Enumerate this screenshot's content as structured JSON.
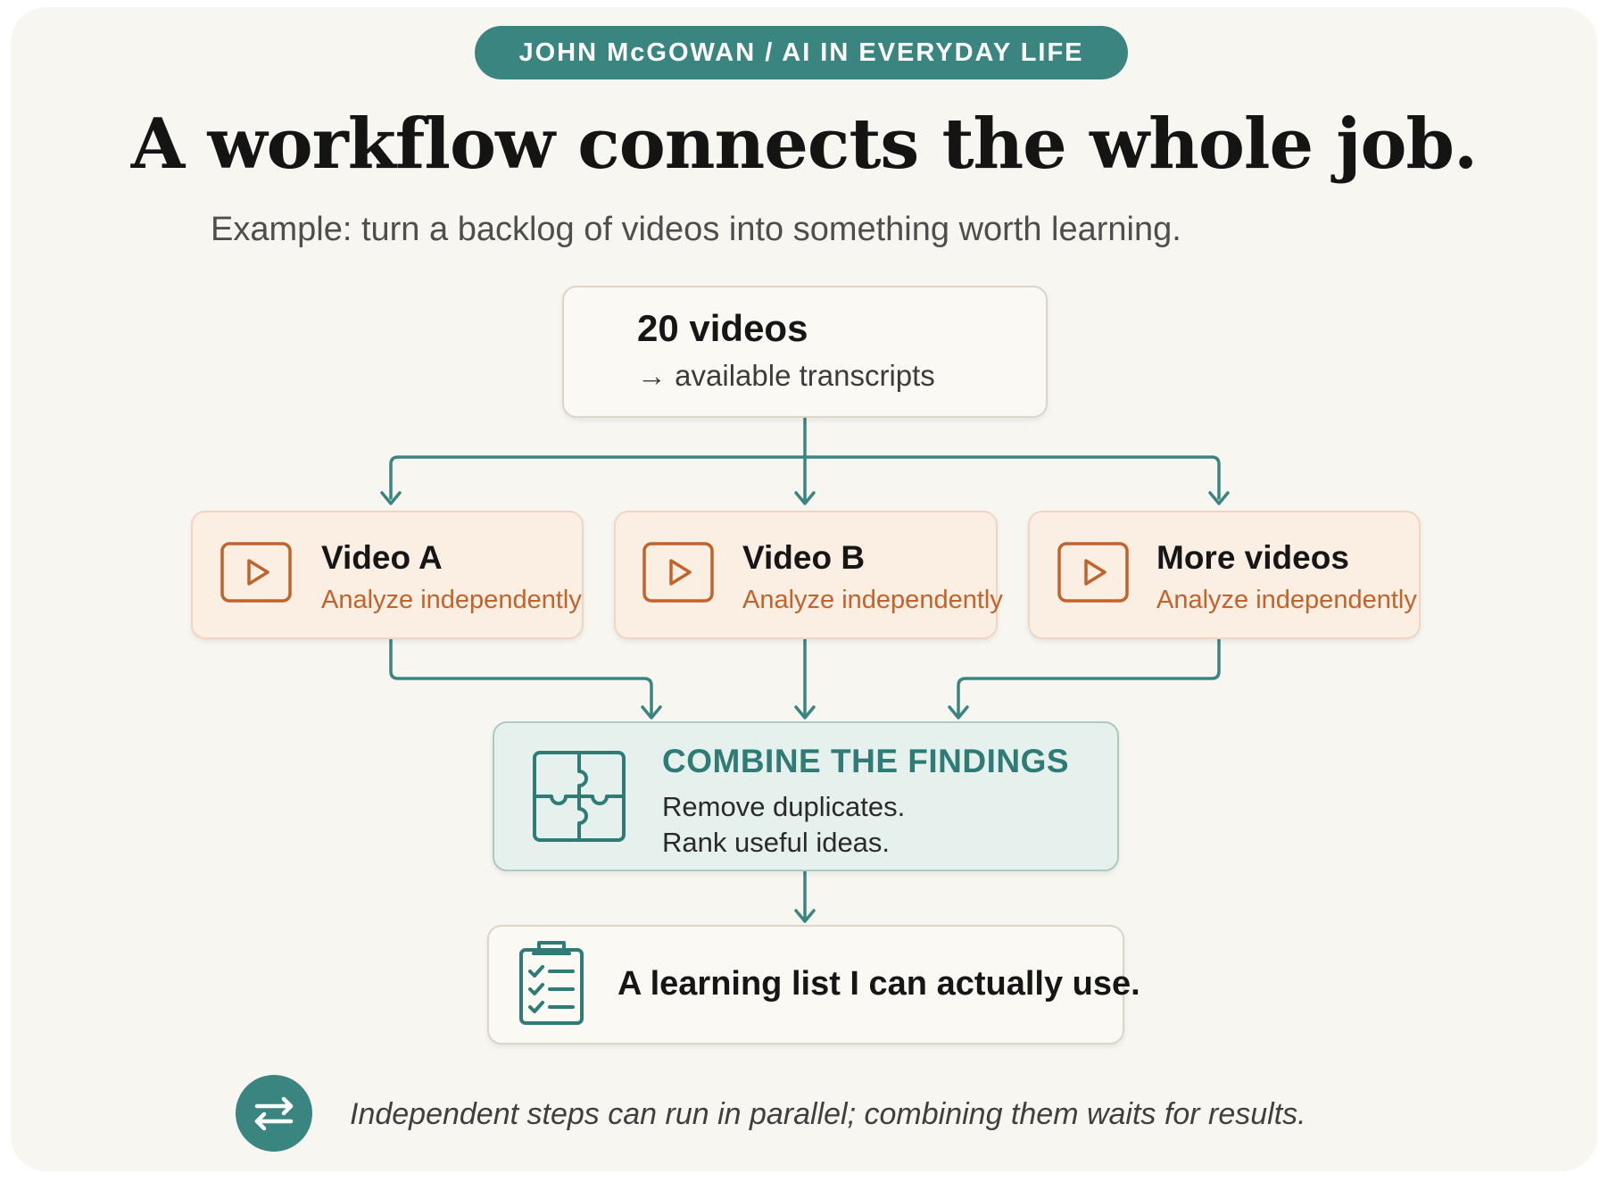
{
  "header": {
    "tag": "JOHN McGOWAN / AI IN EVERYDAY LIFE",
    "title": "A workflow connects the whole job.",
    "subtitle": "Example: turn a backlog of videos into something worth learning."
  },
  "start_node": {
    "title": "20 videos",
    "subtitle": "→ available transcripts"
  },
  "video_nodes": [
    {
      "title": "Video A",
      "subtitle": "Analyze independently",
      "icon": "play-icon"
    },
    {
      "title": "Video B",
      "subtitle": "Analyze independently",
      "icon": "play-icon"
    },
    {
      "title": "More videos",
      "subtitle": "Analyze independently",
      "icon": "play-icon"
    }
  ],
  "combine_node": {
    "title": "COMBINE THE FINDINGS",
    "lines": [
      "Remove duplicates.",
      "Rank useful ideas."
    ],
    "icon": "puzzle-icon"
  },
  "result_node": {
    "text": "A learning list I can actually use.",
    "icon": "clipboard-checklist-icon"
  },
  "footer": {
    "note": "Independent steps can run in parallel; combining them waits for results.",
    "icon": "swap-arrows-icon"
  },
  "colors": {
    "teal": "#3a8580",
    "orange": "#c2632b",
    "background": "#f8f6f0",
    "video_fill": "#fbeee3",
    "combine_fill": "#e6f0ec"
  }
}
